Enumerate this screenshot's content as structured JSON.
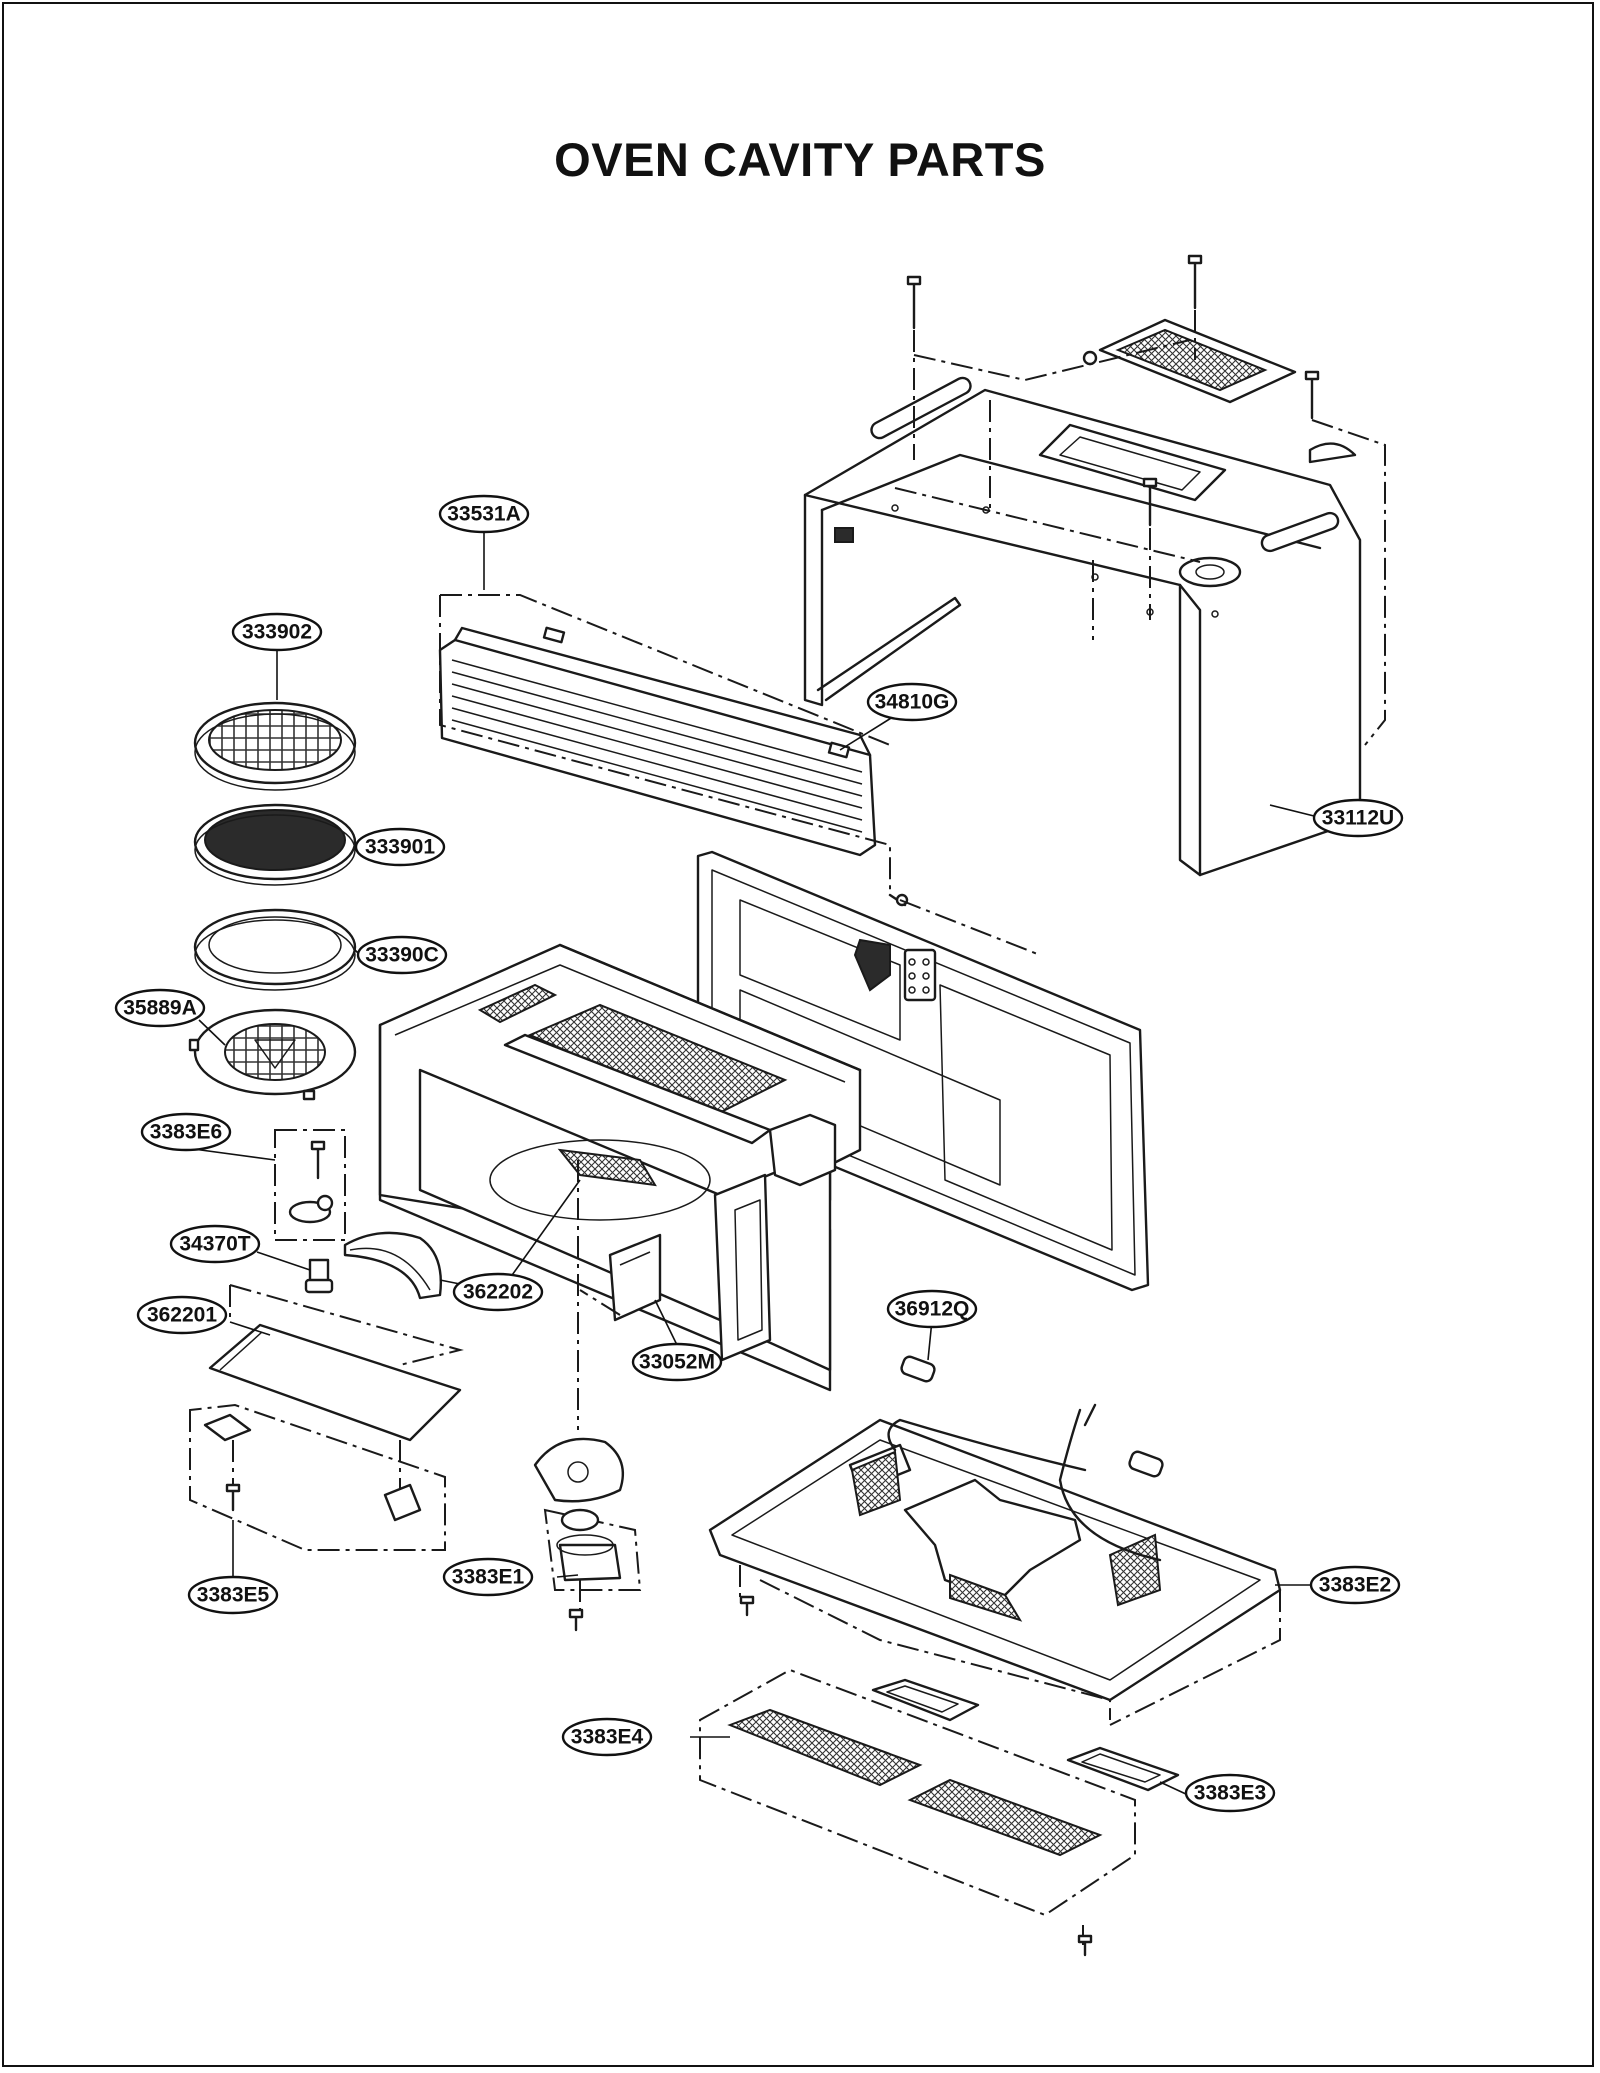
{
  "title": "OVEN CAVITY PARTS",
  "parts": [
    {
      "id": "33112U"
    },
    {
      "id": "33531A"
    },
    {
      "id": "34810G"
    },
    {
      "id": "333902"
    },
    {
      "id": "333901"
    },
    {
      "id": "33390C"
    },
    {
      "id": "35889A"
    },
    {
      "id": "3383E6"
    },
    {
      "id": "34370T"
    },
    {
      "id": "362202"
    },
    {
      "id": "362201"
    },
    {
      "id": "33052M"
    },
    {
      "id": "36912Q"
    },
    {
      "id": "3383E1"
    },
    {
      "id": "3383E5"
    },
    {
      "id": "3383E2"
    },
    {
      "id": "3383E4"
    },
    {
      "id": "3383E3"
    }
  ]
}
